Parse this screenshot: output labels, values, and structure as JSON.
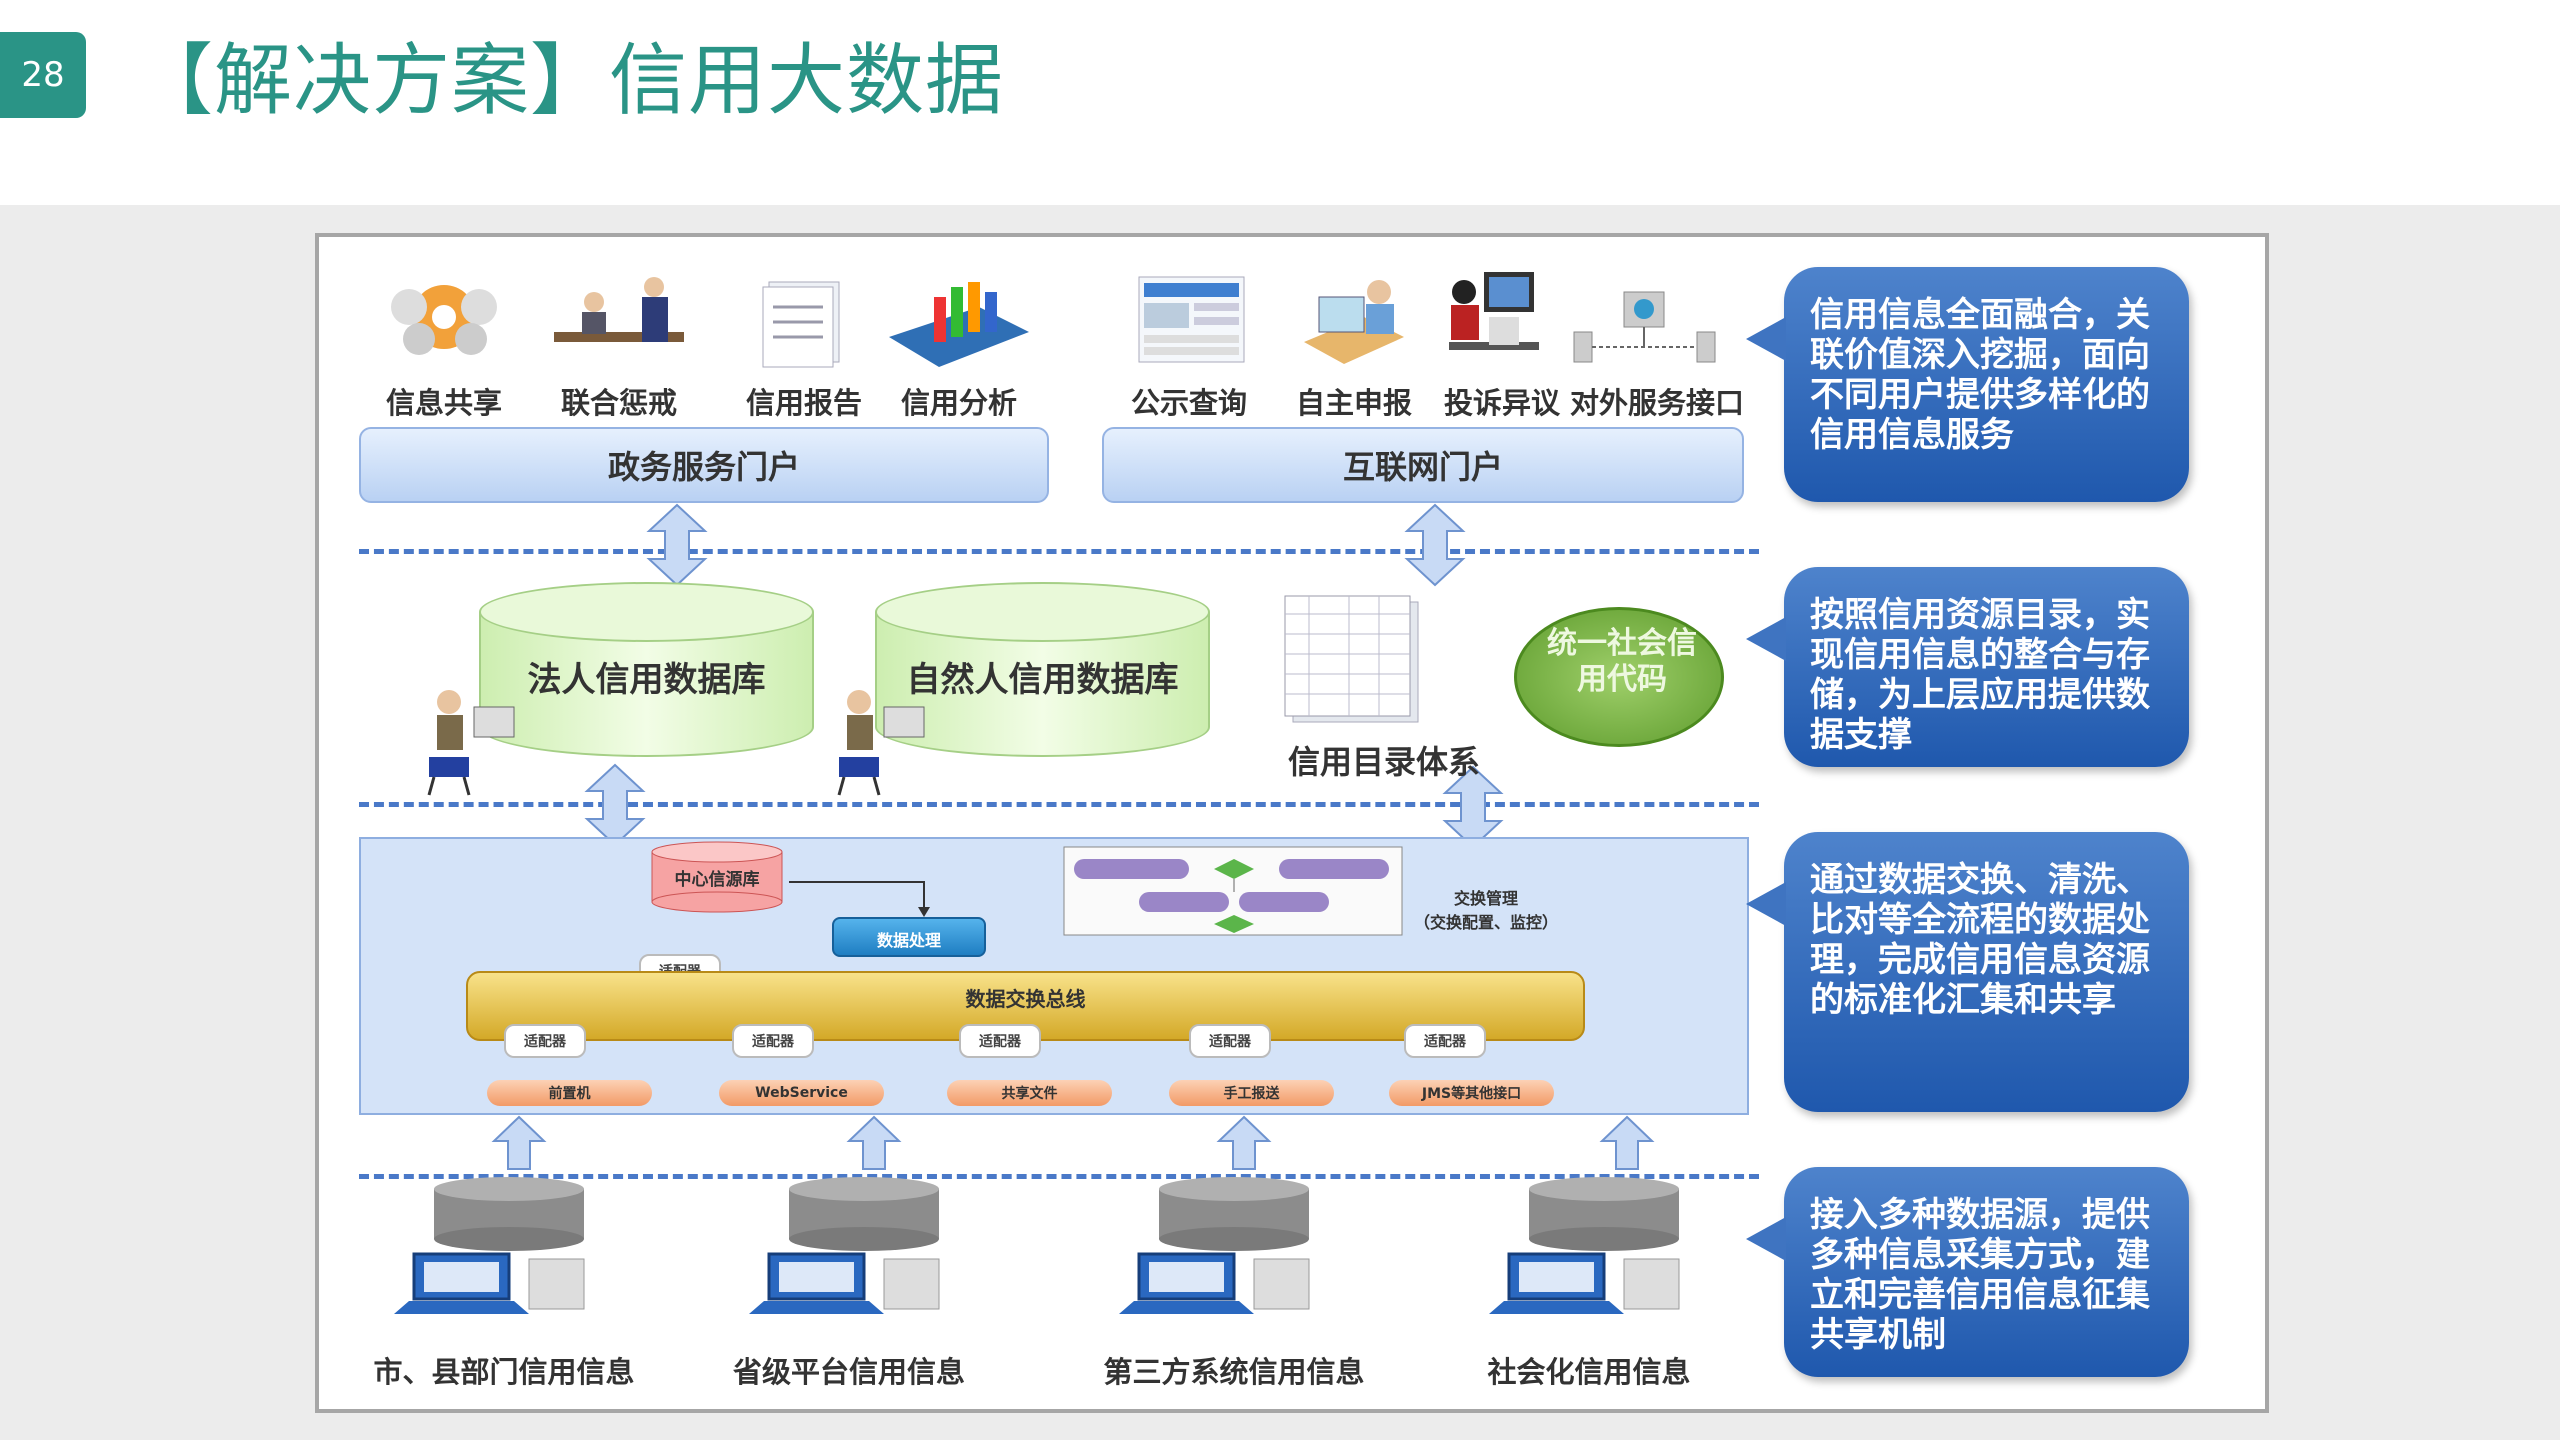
{
  "page_number": "28",
  "title": "【解决方案】信用大数据",
  "top_icons": [
    {
      "label": "信息共享",
      "icon": "gear-cluster-icon"
    },
    {
      "label": "联合惩戒",
      "icon": "meeting-people-icon"
    },
    {
      "label": "信用报告",
      "icon": "document-stack-icon"
    },
    {
      "label": "信用分析",
      "icon": "bar-chart-3d-icon"
    },
    {
      "label": "公示查询",
      "icon": "web-page-icon"
    },
    {
      "label": "自主申报",
      "icon": "user-laptop-icon"
    },
    {
      "label": "投诉异议",
      "icon": "people-computer-icon"
    },
    {
      "label": "对外服务接口",
      "icon": "network-interface-icon"
    }
  ],
  "portals": {
    "gov": "政务服务门户",
    "internet": "互联网门户"
  },
  "databases": {
    "legal": "法人信用数据库",
    "natural": "自然人信用数据库",
    "catalog": "信用目录体系",
    "credit_code": "统一社会信用代码"
  },
  "exchange": {
    "center_db": "中心信源库",
    "data_processing": "数据处理",
    "exchange_mgmt": "交换管理",
    "exchange_mgmt_sub": "（交换配置、监控）",
    "bus": "数据交换总线",
    "adapter": "适配器",
    "sources": [
      "前置机",
      "WebService",
      "共享文件",
      "手工报送",
      "JMS等其他接口"
    ]
  },
  "bottom_sources": [
    "市、县部门信用信息",
    "省级平台信用信息",
    "第三方系统信用信息",
    "社会化信用信息"
  ],
  "callouts": [
    "信用信息全面融合，关联价值深入挖掘，面向不同用户提供多样化的信用信息服务",
    "按照信用资源目录，实现信用信息的整合与存储，为上层应用提供数据支撑",
    "通过数据交换、清洗、比对等全流程的数据处理，完成信用信息资源的标准化汇集和共享",
    "接入多种数据源，提供多种信息采集方式，建立和完善信用信息征集共享机制"
  ],
  "colors": {
    "accent": "#2a9486",
    "callout_blue": "#2a62b5",
    "divider": "#4a79c8"
  }
}
